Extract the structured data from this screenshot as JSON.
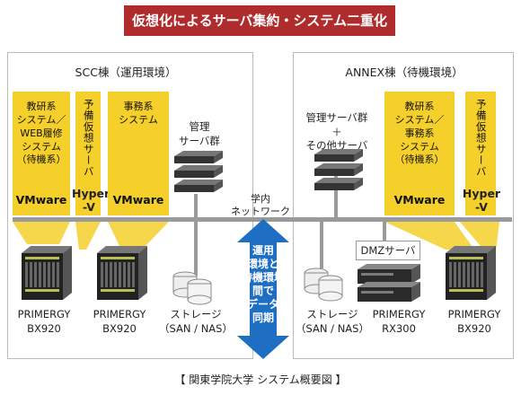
{
  "title": "仮想化によるサーバ集約・システム二重化",
  "scc": {
    "label": "SCC棟（運用環境）",
    "box1": {
      "lines": [
        "教研系",
        "システム／",
        "WEB履修",
        "システム",
        "（待機系）"
      ],
      "vm": "VMware"
    },
    "box2": {
      "vertical": "予備仮想サーバ",
      "vm": "Hyper-V",
      "vm_lines": [
        "Hyper",
        "-V"
      ]
    },
    "box3": {
      "lines": [
        "事務系",
        "システム"
      ],
      "vm": "VMware"
    },
    "mgmt": [
      "管理",
      "サーバ群"
    ],
    "server1": [
      "PRIMERGY",
      "BX920"
    ],
    "server2": [
      "PRIMERGY",
      "BX920"
    ],
    "storage": [
      "ストレージ",
      "（SAN / NAS）"
    ]
  },
  "network": [
    "学内",
    "ネットワーク"
  ],
  "sync": [
    "運用",
    "環境と",
    "待機環境",
    "間で",
    "データ",
    "同期"
  ],
  "annex": {
    "label": "ANNEX棟（待機環境）",
    "mgmt": [
      "管理サーバ群",
      "＋",
      "その他サーバ"
    ],
    "box1": {
      "lines": [
        "教研系",
        "システム／",
        "事務系",
        "システム",
        "（待機系）"
      ],
      "vm": "VMware"
    },
    "box2": {
      "vertical": "予備仮想サーバ",
      "vm": "Hyper-V",
      "vm_lines": [
        "Hyper",
        "-V"
      ]
    },
    "dmz": "DMZサーバ",
    "storage": [
      "ストレージ",
      "（SAN / NAS）"
    ],
    "server1": [
      "PRIMERGY",
      "RX300"
    ],
    "server2": [
      "PRIMERGY",
      "BX920"
    ]
  },
  "footer": "【 関東学院大学  システム概要図 】",
  "colors": {
    "title_bg": "#b02c2c",
    "yellow": "#f5cf2a",
    "network": "#9a9a9a",
    "sync": "#1e6fc4"
  }
}
